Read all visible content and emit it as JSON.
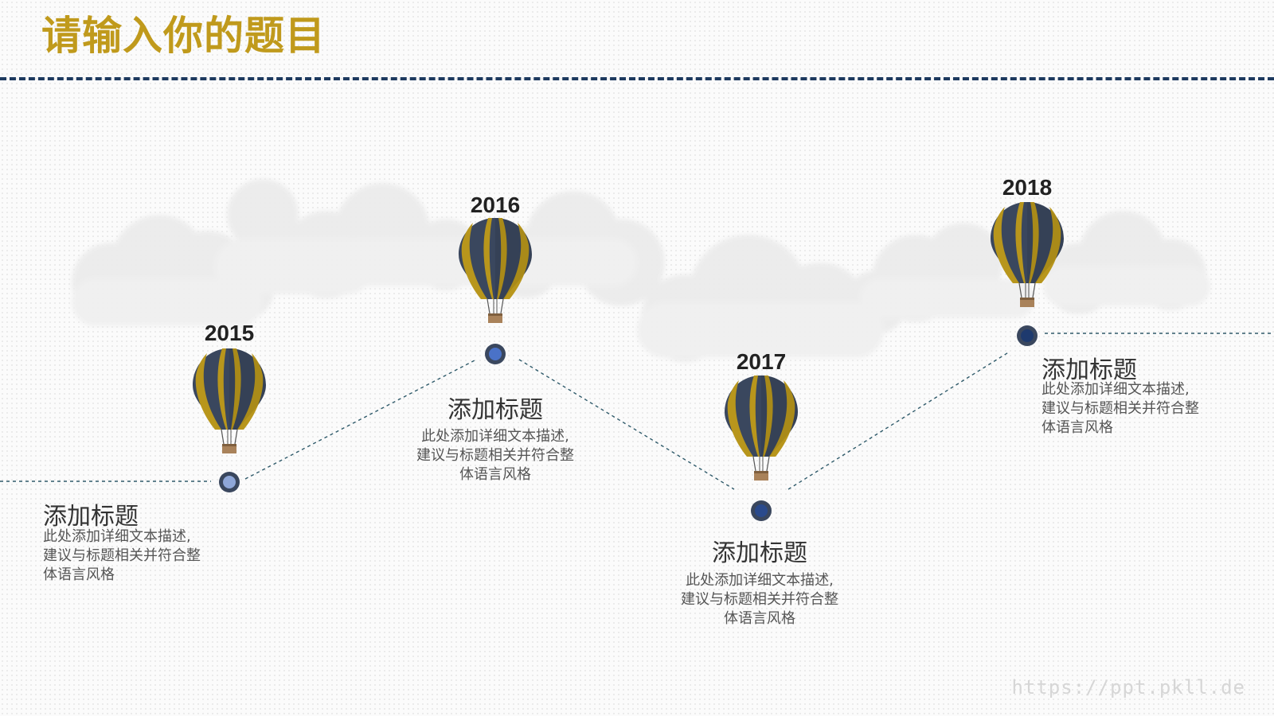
{
  "page": {
    "title": "请输入你的题目"
  },
  "colors": {
    "title_gold": "#c09a1c",
    "navy": "#3a475e",
    "gold_stripe": "#b8961c",
    "rule": "#1e3a5f",
    "dot_2015": "#8fa7d8",
    "dot_2016": "#4a72c8",
    "dot_2017": "#2a4a8c",
    "dot_2018": "#1e3a6e"
  },
  "milestones": [
    {
      "year": "2015",
      "heading": "添加标题",
      "line1": "此处添加详细文本描述,",
      "line2": "建议与标题相关并符合整",
      "line3": "体语言风格",
      "icon": "hot-air-balloon-icon"
    },
    {
      "year": "2016",
      "heading": "添加标题",
      "line1": "此处添加详细文本描述,",
      "line2": "建议与标题相关并符合整",
      "line3": "体语言风格",
      "icon": "hot-air-balloon-icon"
    },
    {
      "year": "2017",
      "heading": "添加标题",
      "line1": "此处添加详细文本描述,",
      "line2": "建议与标题相关并符合整",
      "line3": "体语言风格",
      "icon": "hot-air-balloon-icon"
    },
    {
      "year": "2018",
      "heading": "添加标题",
      "line1": "此处添加详细文本描述,",
      "line2": "建议与标题相关并符合整",
      "line3": "体语言风格",
      "icon": "hot-air-balloon-icon"
    }
  ],
  "watermark": "https://ppt.pkll.de"
}
